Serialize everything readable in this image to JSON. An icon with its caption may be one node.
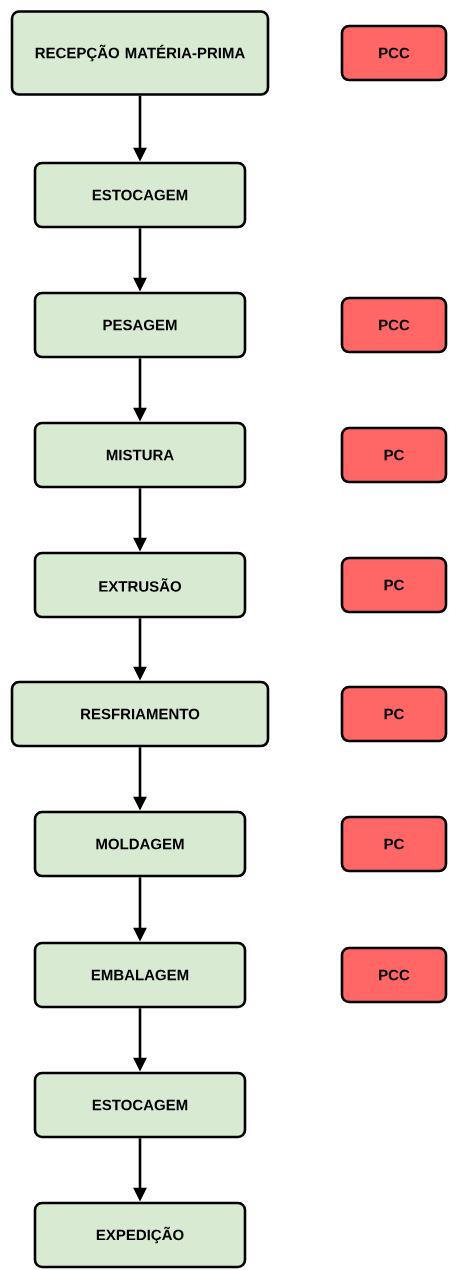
{
  "diagram": {
    "nodes": [
      {
        "text": [
          "RECEPÇÃO MATÉRIA-PRIMA"
        ]
      },
      {
        "text": [
          "ESTOCAGEM"
        ]
      },
      {
        "text": [
          "PESAGEM"
        ]
      },
      {
        "text": [
          "MISTURA"
        ]
      },
      {
        "text": [
          "EXTRUSÃO"
        ]
      },
      {
        "text": [
          "RESFRIAMENTO"
        ]
      },
      {
        "text": [
          "MOLDAGEM"
        ]
      },
      {
        "text": [
          "EMBALAGEM"
        ]
      },
      {
        "text": [
          "ESTOCAGEM"
        ]
      },
      {
        "text": [
          "EXPEDIÇÃO"
        ]
      },
      {
        "text": [
          "PCC"
        ]
      },
      {
        "text": [
          "PCC"
        ]
      },
      {
        "text": [
          "PC"
        ]
      },
      {
        "text": [
          "PC"
        ]
      },
      {
        "text": [
          "PC"
        ]
      },
      {
        "text": [
          "PC"
        ]
      },
      {
        "text": [
          "PCC"
        ]
      }
    ],
    "edges": [
      {
        "from": 0,
        "to": 1,
        "arrow": "to"
      },
      {
        "from": 1,
        "to": 2,
        "arrow": "to"
      },
      {
        "from": 2,
        "to": 3,
        "arrow": "to"
      },
      {
        "from": 3,
        "to": 4,
        "arrow": "to"
      },
      {
        "from": 4,
        "to": 5,
        "arrow": "to"
      },
      {
        "from": 5,
        "to": 6,
        "arrow": "to"
      },
      {
        "from": 6,
        "to": 7,
        "arrow": "to"
      },
      {
        "from": 7,
        "to": 8,
        "arrow": "to"
      },
      {
        "from": 8,
        "to": 9,
        "arrow": "to"
      }
    ]
  }
}
